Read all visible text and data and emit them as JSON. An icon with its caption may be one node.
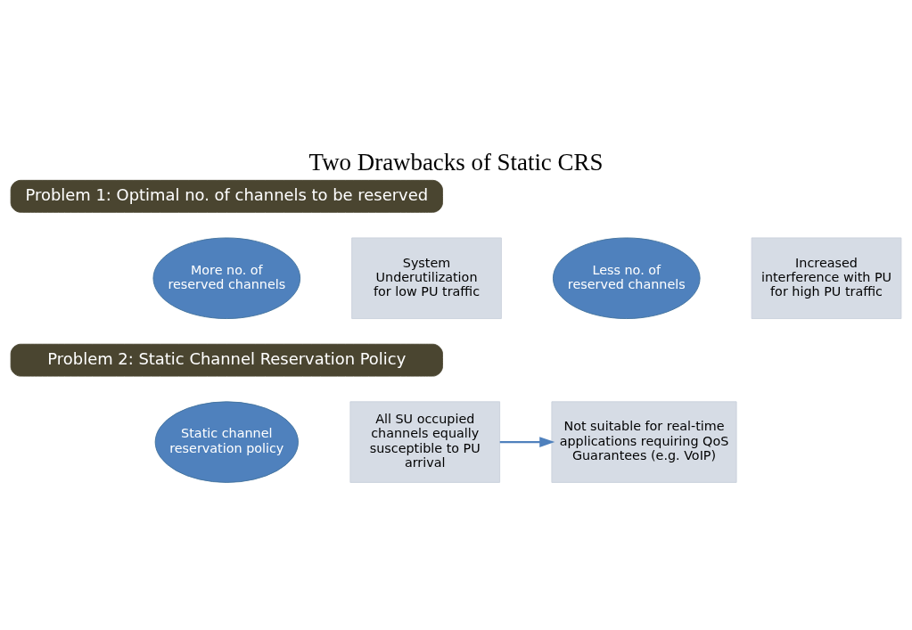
{
  "diagram": {
    "title": "Two Drawbacks of Static CRS",
    "nodes": [
      {
        "text": [
          "Problem 1: Optimal no. of channels to be reserved"
        ]
      },
      {
        "text": [
          "More no. of reserved channels"
        ]
      },
      {
        "text": [
          "System Underutilization for low PU traffic"
        ]
      },
      {
        "text": [
          "Less no. of reserved channels"
        ]
      },
      {
        "text": [
          "Increased interference with PU for high PU traffic"
        ]
      },
      {
        "text": [
          "Problem 2: Static Channel Reservation Policy"
        ]
      },
      {
        "text": [
          "Static channel reservation policy"
        ]
      },
      {
        "text": [
          "All SU occupied channels equally susceptible to PU arrival"
        ]
      },
      {
        "text": [
          "Not suitable for real-time applications requiring QoS Guarantees (e.g. VoIP)"
        ]
      }
    ],
    "edges": [
      {
        "from": 7,
        "to": 8,
        "arrow": "to"
      }
    ]
  }
}
